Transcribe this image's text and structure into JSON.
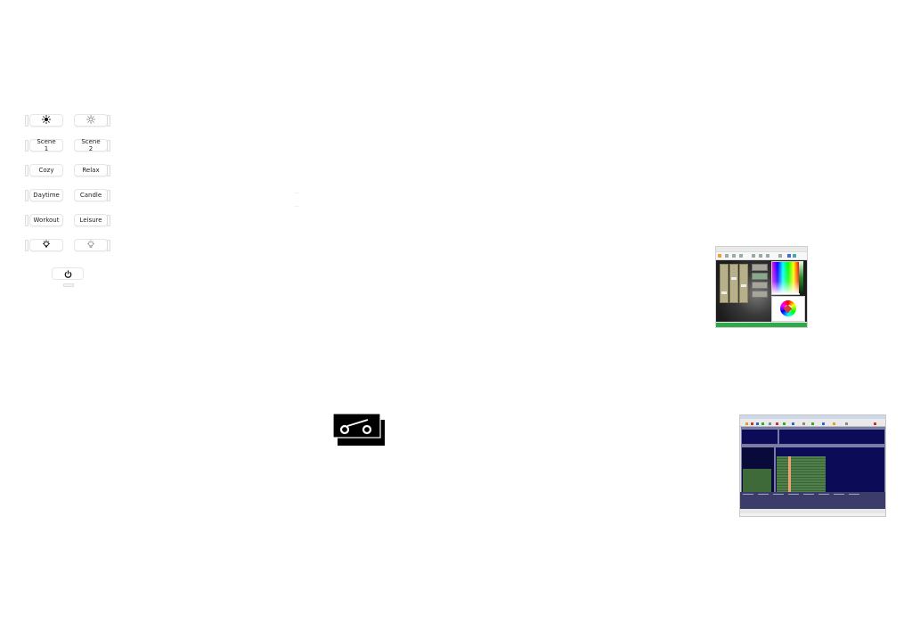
{
  "keypad": {
    "rows": [
      {
        "left": {
          "label": "",
          "icon": "sun-filled-icon"
        },
        "right": {
          "label": "",
          "icon": "sun-outline-icon"
        }
      },
      {
        "left": {
          "label": "Scene 1"
        },
        "right": {
          "label": "Scene 2"
        }
      },
      {
        "left": {
          "label": "Cozy"
        },
        "right": {
          "label": "Relax"
        }
      },
      {
        "left": {
          "label": "Daytime"
        },
        "right": {
          "label": "Candle"
        }
      },
      {
        "left": {
          "label": "Workout"
        },
        "right": {
          "label": "Leisure"
        }
      },
      {
        "left": {
          "label": "",
          "icon": "bulb-filled-icon"
        },
        "right": {
          "label": "",
          "icon": "bulb-outline-icon"
        }
      }
    ],
    "power": {
      "icon": "power-icon"
    }
  },
  "switch_icon": {
    "icon": "switch-icon"
  },
  "thumbnails": [
    {
      "name": "color-picker-app-screenshot",
      "accent": "#31a84a"
    },
    {
      "name": "lighting-console-app-screenshot",
      "accent": "#0b0b57"
    }
  ]
}
